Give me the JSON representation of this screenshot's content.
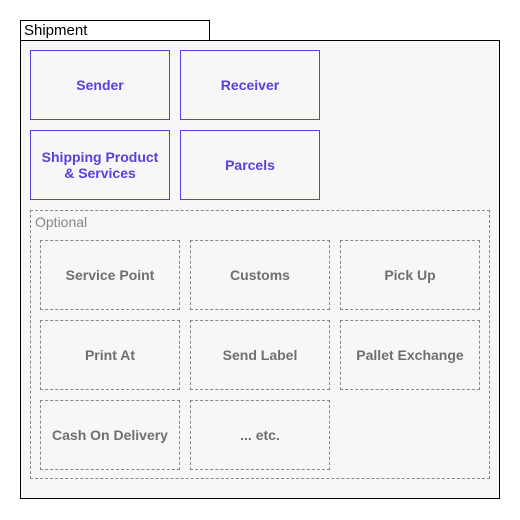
{
  "window": {
    "title": "Shipment"
  },
  "main_boxes": [
    "Sender",
    "Receiver",
    "Shipping Product\n& Services",
    "Parcels"
  ],
  "optional": {
    "label": "Optional",
    "items": [
      "Service Point",
      "Customs",
      "Pick Up",
      "Print At",
      "Send Label",
      "Pallet Exchange",
      "Cash On Delivery",
      "... etc."
    ]
  },
  "colors": {
    "accent": "#5b3fd9",
    "dashed": "#888888",
    "muted_text": "#6f6f6f",
    "background": "#f7f7f7"
  }
}
